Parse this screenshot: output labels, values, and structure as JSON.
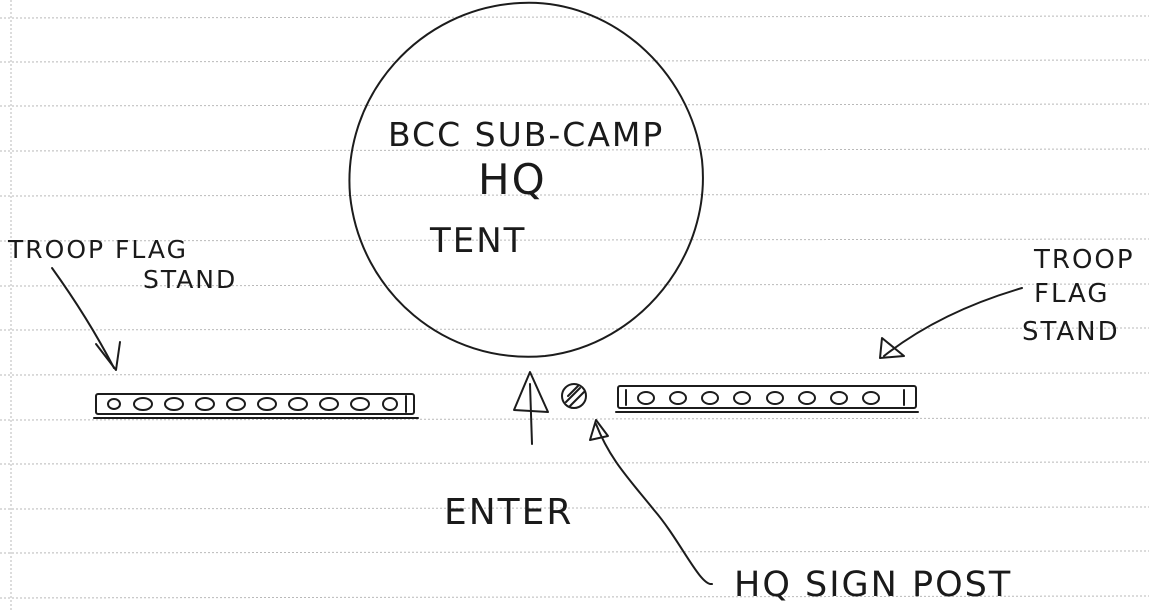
{
  "labels": {
    "tent_line1": "BCC SUB-CAMP",
    "tent_line2": "HQ",
    "tent_line3": "TENT",
    "left_stand_line1": "TROOP FLAG",
    "left_stand_line2": "STAND",
    "right_stand_line1": "TROOP",
    "right_stand_line2": "FLAG",
    "right_stand_line3": "STAND",
    "enter": "ENTER",
    "sign_post": "HQ SIGN POST"
  },
  "colors": {
    "ink": "#1c1c1c",
    "paper": "#ffffff",
    "rule": "#b9b9b9"
  }
}
